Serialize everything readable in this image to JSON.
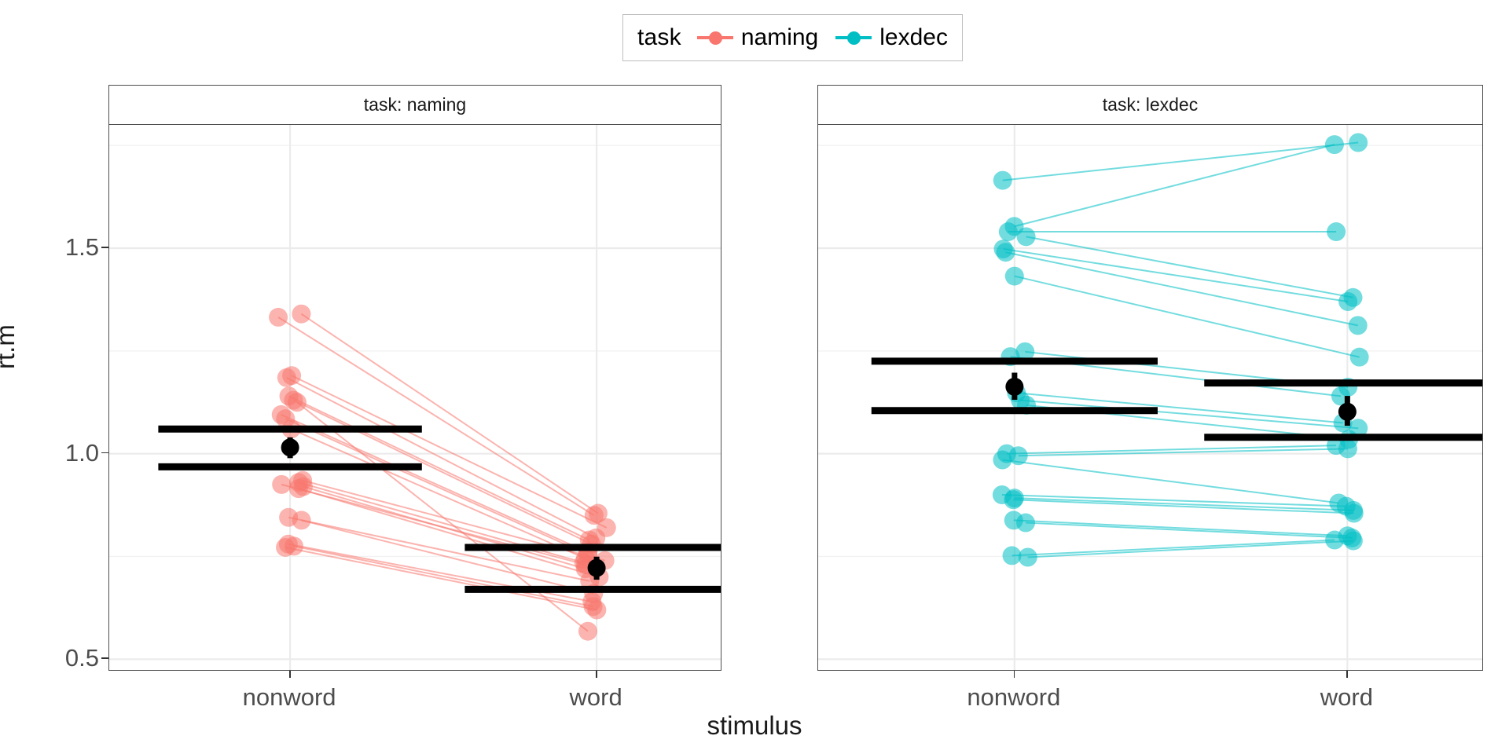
{
  "legend": {
    "title": "task",
    "items": [
      {
        "label": "naming",
        "color": "#F8766D"
      },
      {
        "label": "lexdec",
        "color": "#00BFC4"
      }
    ]
  },
  "axes": {
    "y_title": "rt.m",
    "x_title": "stimulus",
    "y_ticks": [
      "0.5",
      "1.0",
      "1.5"
    ],
    "y_tick_values": [
      0.5,
      1.0,
      1.5
    ],
    "x_ticks": [
      "nonword",
      "word"
    ]
  },
  "panels": [
    {
      "strip": "task: naming",
      "task": "naming"
    },
    {
      "strip": "task: lexdec",
      "task": "lexdec"
    }
  ],
  "chart_data": {
    "type": "scatter",
    "plot_description": "Faceted paired-dot (spaghetti) plot with mean point, error bar and CI crossbars",
    "title": "",
    "xlabel": "stimulus",
    "ylabel": "rt.m",
    "categories": [
      "nonword",
      "word"
    ],
    "ylim": [
      0.47,
      1.8
    ],
    "grid": true,
    "facet_variable": "task",
    "legend_title": "task",
    "legend_position": "top",
    "colors": {
      "naming": "#F8766D",
      "lexdec": "#00BFC4",
      "summary": "#000000"
    },
    "panels": [
      {
        "facet": "task: naming",
        "task": "naming",
        "color": "#F8766D",
        "subjects": [
          {
            "nonword": 1.34,
            "word": 0.855
          },
          {
            "nonword": 1.332,
            "word": 0.85
          },
          {
            "nonword": 1.19,
            "word": 0.82
          },
          {
            "nonword": 1.185,
            "word": 0.795
          },
          {
            "nonword": 1.14,
            "word": 0.79
          },
          {
            "nonword": 1.13,
            "word": 0.78
          },
          {
            "nonword": 1.095,
            "word": 0.76
          },
          {
            "nonword": 1.085,
            "word": 0.755
          },
          {
            "nonword": 1.06,
            "word": 0.745
          },
          {
            "nonword": 0.935,
            "word": 0.74
          },
          {
            "nonword": 0.93,
            "word": 0.735
          },
          {
            "nonword": 0.925,
            "word": 0.73
          },
          {
            "nonword": 0.92,
            "word": 0.72
          },
          {
            "nonword": 0.915,
            "word": 0.7
          },
          {
            "nonword": 0.845,
            "word": 0.69
          },
          {
            "nonword": 0.838,
            "word": 0.66
          },
          {
            "nonword": 0.78,
            "word": 0.64
          },
          {
            "nonword": 0.775,
            "word": 0.628
          },
          {
            "nonword": 0.772,
            "word": 0.62
          },
          {
            "nonword": 1.125,
            "word": 0.568
          }
        ],
        "summary": [
          {
            "stimulus": "nonword",
            "mean": 1.015,
            "ci_low": 0.968,
            "ci_high": 1.06
          },
          {
            "stimulus": "word",
            "mean": 0.722,
            "ci_low": 0.67,
            "ci_high": 0.772
          }
        ]
      },
      {
        "facet": "task: lexdec",
        "task": "lexdec",
        "color": "#00BFC4",
        "subjects": [
          {
            "nonword": 1.665,
            "word": 1.757
          },
          {
            "nonword": 1.553,
            "word": 1.752
          },
          {
            "nonword": 1.54,
            "word": 1.54
          },
          {
            "nonword": 1.528,
            "word": 1.38
          },
          {
            "nonword": 1.498,
            "word": 1.37
          },
          {
            "nonword": 1.49,
            "word": 1.312
          },
          {
            "nonword": 1.432,
            "word": 1.235
          },
          {
            "nonword": 1.248,
            "word": 1.162
          },
          {
            "nonword": 1.236,
            "word": 1.14
          },
          {
            "nonword": 1.148,
            "word": 1.075
          },
          {
            "nonword": 1.13,
            "word": 1.062
          },
          {
            "nonword": 1.118,
            "word": 1.035
          },
          {
            "nonword": 1.0,
            "word": 1.02
          },
          {
            "nonword": 0.995,
            "word": 1.012
          },
          {
            "nonword": 0.985,
            "word": 0.88
          },
          {
            "nonword": 0.9,
            "word": 0.872
          },
          {
            "nonword": 0.892,
            "word": 0.862
          },
          {
            "nonword": 0.888,
            "word": 0.855
          },
          {
            "nonword": 0.838,
            "word": 0.8
          },
          {
            "nonword": 0.832,
            "word": 0.795
          },
          {
            "nonword": 0.752,
            "word": 0.79
          },
          {
            "nonword": 0.748,
            "word": 0.788
          }
        ],
        "summary": [
          {
            "stimulus": "nonword",
            "mean": 1.163,
            "ci_low": 1.105,
            "ci_high": 1.225
          },
          {
            "stimulus": "word",
            "mean": 1.102,
            "ci_low": 1.04,
            "ci_high": 1.172
          }
        ]
      }
    ]
  }
}
